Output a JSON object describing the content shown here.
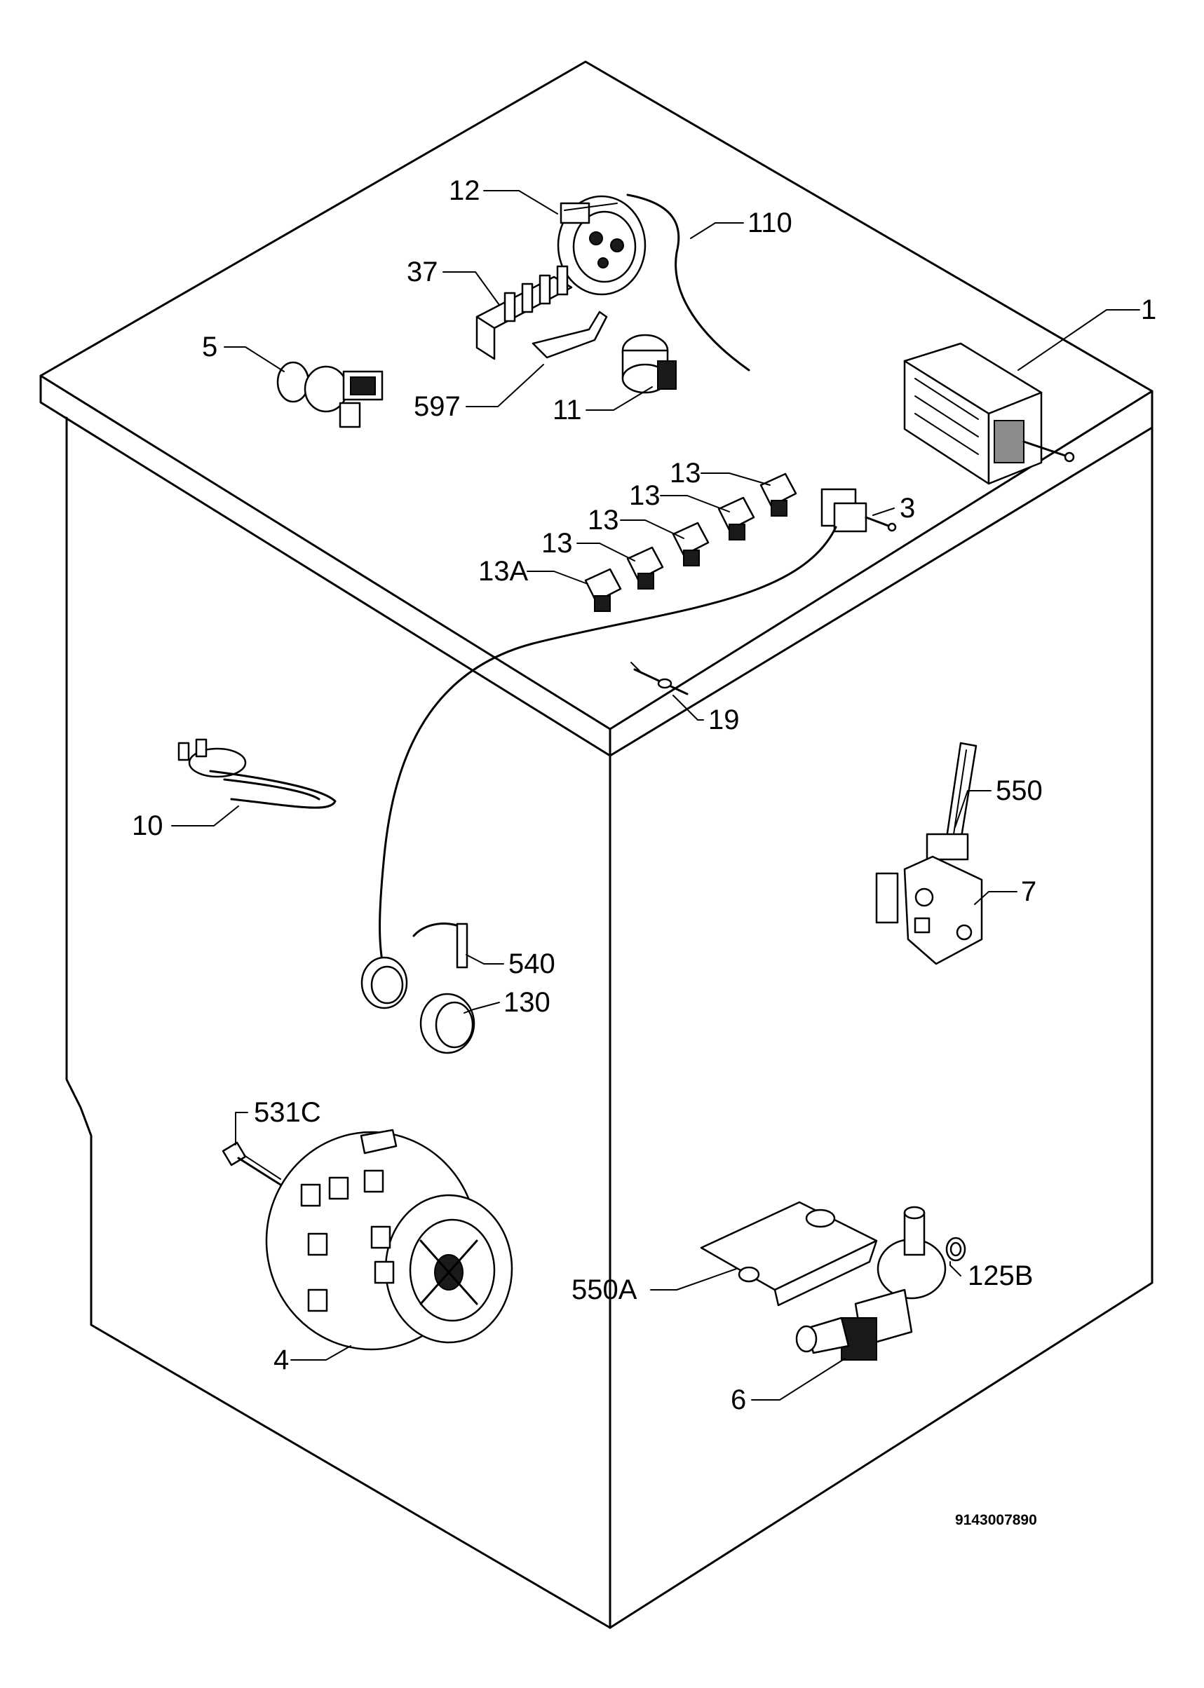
{
  "labels": {
    "l1": "1",
    "l3": "3",
    "l4": "4",
    "l5": "5",
    "l6": "6",
    "l7": "7",
    "l10": "10",
    "l11": "11",
    "l12": "12",
    "l13a": "13",
    "l13b": "13",
    "l13c": "13",
    "l13d": "13",
    "l13A": "13A",
    "l19": "19",
    "l37": "37",
    "l110": "110",
    "l125B": "125B",
    "l130": "130",
    "l531C": "531C",
    "l540": "540",
    "l550": "550",
    "l550A": "550A",
    "l597": "597"
  },
  "drawing_number": "9143007890"
}
